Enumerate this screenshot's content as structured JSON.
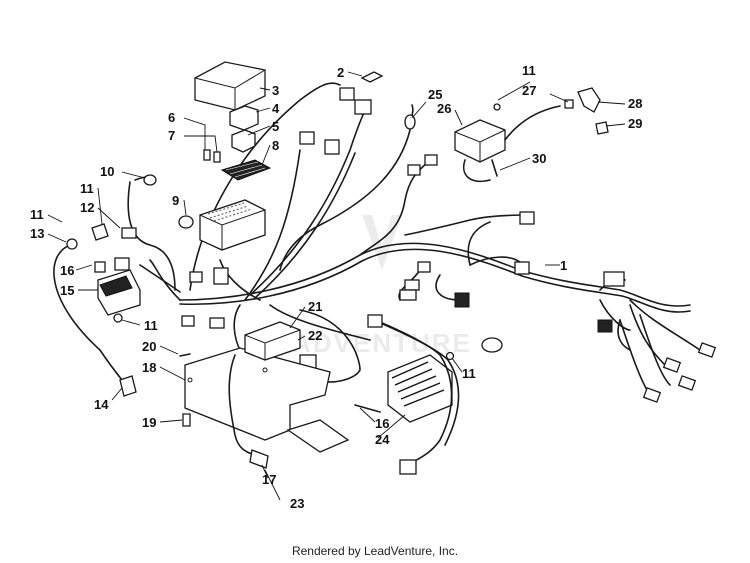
{
  "footer": "Rendered by LeadVenture, Inc.",
  "watermark": "ADVENTURE",
  "callouts": {
    "c1": "1",
    "c2": "2",
    "c3": "3",
    "c4": "4",
    "c5": "5",
    "c6": "6",
    "c7": "7",
    "c8": "8",
    "c9": "9",
    "c10": "10",
    "c11a": "11",
    "c11b": "11",
    "c11c": "11",
    "c11d": "11",
    "c11e": "11",
    "c12": "12",
    "c13": "13",
    "c14": "14",
    "c15": "15",
    "c16a": "16",
    "c16b": "16",
    "c17": "17",
    "c18": "18",
    "c19": "19",
    "c20": "20",
    "c21": "21",
    "c22": "22",
    "c23": "23",
    "c24": "24",
    "c25": "25",
    "c26": "26",
    "c27": "27",
    "c28": "28",
    "c29": "29",
    "c30": "30"
  }
}
